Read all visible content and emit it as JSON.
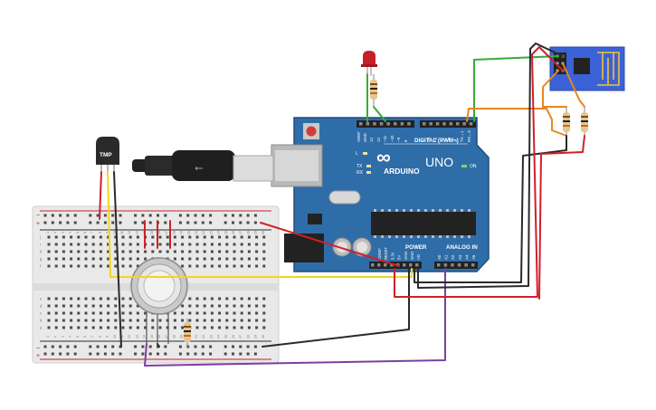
{
  "arduino": {
    "brand": "ARDUINO",
    "model": "UNO",
    "digital_header": "DIGITAL (PWM~)",
    "power_header": "POWER",
    "analog_header": "ANALOG IN",
    "digital_pins": [
      "AREF",
      "GND",
      "13",
      "12",
      "~11",
      "~10",
      "~9",
      "8",
      "7",
      "~6",
      "~5",
      "4",
      "~3",
      "2",
      "TX→1",
      "RX←0"
    ],
    "power_pins": [
      "IOREF",
      "RESET",
      "3.3V",
      "5V",
      "GND",
      "GND",
      "Vin"
    ],
    "analog_pins": [
      "A0",
      "A1",
      "A2",
      "A3",
      "A4",
      "A5"
    ],
    "led_labels": [
      "L",
      "TX",
      "RX",
      "ON"
    ],
    "logo_symbol": "∞"
  },
  "tmp_sensor": {
    "label": "TMP"
  },
  "breadboard": {
    "column_numbers": [
      "1",
      "2",
      "3",
      "4",
      "5",
      "6",
      "7",
      "8",
      "9",
      "10",
      "11",
      "12",
      "13",
      "14",
      "15",
      "16",
      "17",
      "18",
      "19",
      "20",
      "21",
      "22",
      "23",
      "24",
      "25",
      "26",
      "27",
      "28",
      "29",
      "30"
    ],
    "row_letters_top": [
      "j",
      "i",
      "h",
      "g",
      "f"
    ],
    "row_letters_bottom": [
      "e",
      "d",
      "c",
      "b",
      "a"
    ],
    "rail_plus": "+",
    "rail_minus": "−"
  },
  "colors": {
    "arduino_board": "#2f6da8",
    "arduino_dark": "#1e4f80",
    "wire_red": "#d0202a",
    "wire_black": "#2a2a2a",
    "wire_yellow": "#f2d61e",
    "wire_green": "#3aaa35",
    "wire_orange": "#e8871e",
    "wire_purple": "#7b3fa0",
    "esp_board": "#3b62d6"
  }
}
